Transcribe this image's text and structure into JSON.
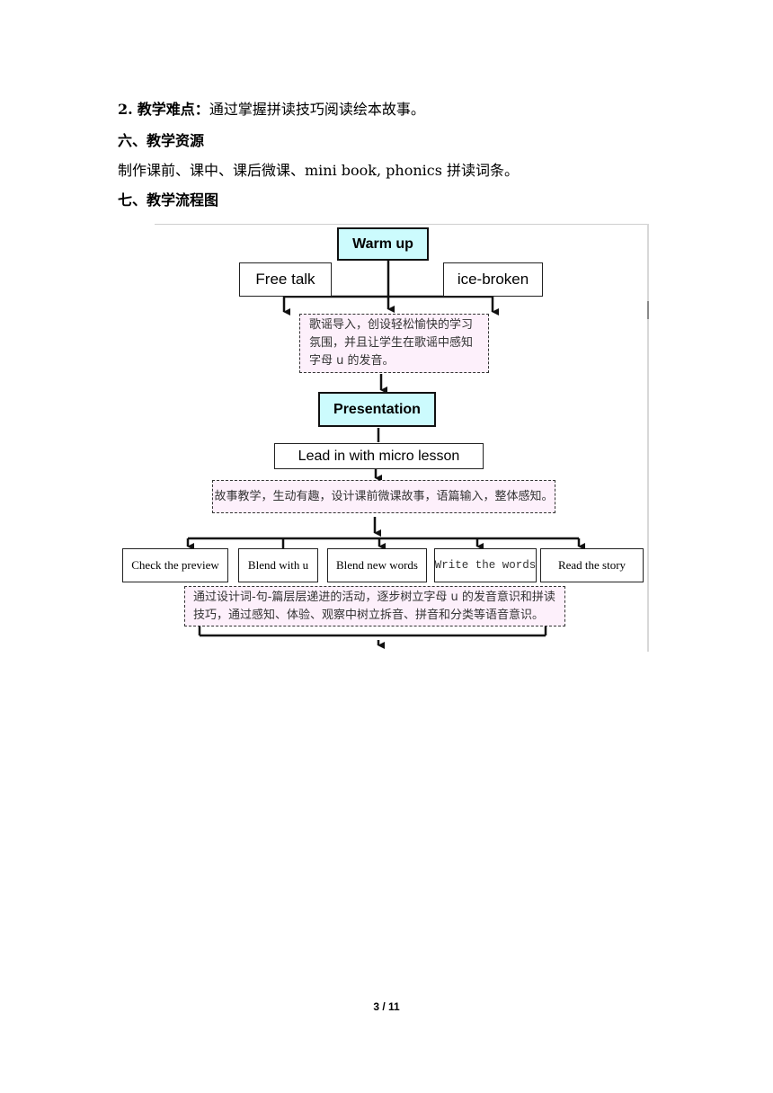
{
  "doc": {
    "line1_prefix": "2.",
    "line1_label": "教学难点：",
    "line1_text": "通过掌握拼读技巧阅读绘本故事。",
    "section6_heading": "六、教学资源",
    "section6_text": "制作课前、课中、课后微课、mini book, phonics 拼读词条。",
    "section7_heading": "七、教学流程图"
  },
  "flowchart": {
    "warmup": "Warm up",
    "free_talk": "Free talk",
    "ice_broken": "ice-broken",
    "note1_lines": [
      "歌谣导入，创设轻松愉快的学习",
      "氛围，并且让学生在歌谣中感知",
      "字母 u 的发音。"
    ],
    "presentation": "Presentation",
    "lead_in": "Lead in with micro lesson",
    "note2": "故事教学，生动有趣，设计课前微课故事，语篇输入，整体感知。",
    "activities": [
      "Check the preview",
      "Blend with u",
      "Blend new words",
      "Write the words",
      "Read the story"
    ],
    "note3_lines": [
      "通过设计词-句-篇层层递进的活动，逐步树立字母 u 的发音意识和拼读",
      "技巧，通过感知、体验、观察中树立拆音、拼音和分类等语音意识。"
    ]
  },
  "footer": {
    "page_number": "3 / 11"
  }
}
